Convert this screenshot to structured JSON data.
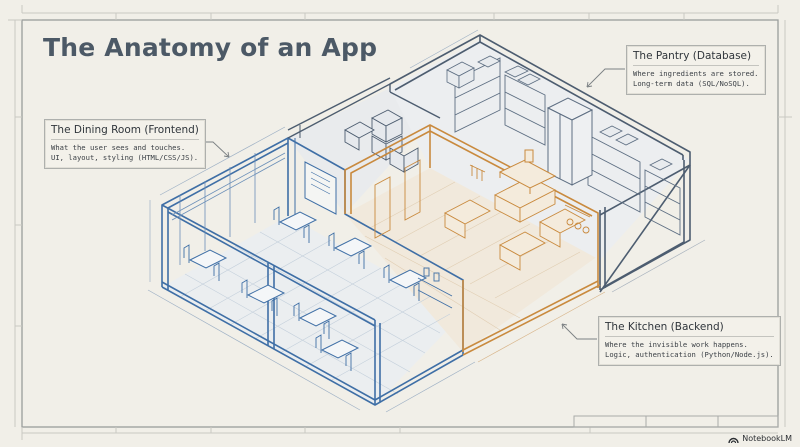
{
  "title": "The Anatomy of an App",
  "colors": {
    "background": "#f1efe8",
    "frontend_blue": "#3f6fa6",
    "backend_orange": "#c98a3e",
    "database_slate": "#4d5d70",
    "title_text": "#4c5966"
  },
  "callouts": {
    "frontend": {
      "title": "The Dining Room (Frontend)",
      "line1": "What the user sees and touches.",
      "line2": "UI, layout, styling (HTML/CSS/JS)."
    },
    "database": {
      "title": "The Pantry (Database)",
      "line1": "Where ingredients are stored.",
      "line2": "Long-term data (SQL/NoSQL)."
    },
    "backend": {
      "title": "The Kitchen (Backend)",
      "line1": "Where the invisible work happens.",
      "line2": "Logic, authentication (Python/Node.js)."
    }
  },
  "illustration": {
    "rooms": [
      "Dining Room",
      "Storage",
      "Pantry",
      "Kitchen"
    ],
    "icons": [
      "tables-chairs",
      "menu-board",
      "crates",
      "shelves",
      "refrigerator",
      "stove",
      "range-hood",
      "prep-tables"
    ]
  },
  "brand": {
    "icon": "notebooklm-icon",
    "label": "NotebookLM"
  }
}
